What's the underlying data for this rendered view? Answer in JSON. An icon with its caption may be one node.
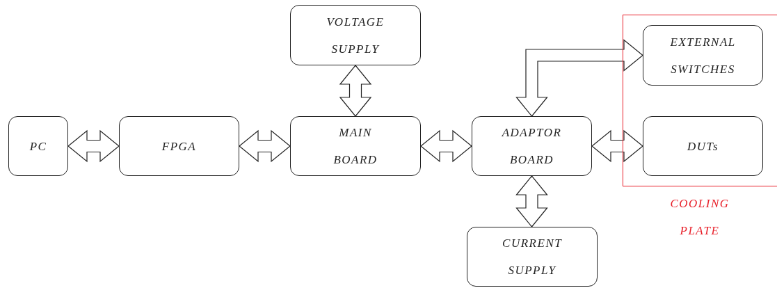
{
  "diagram": {
    "nodes": [
      {
        "text": [
          "PC"
        ]
      },
      {
        "text": [
          "FPGA"
        ]
      },
      {
        "text": [
          "VOLTAGE SUPPLY"
        ]
      },
      {
        "text": [
          "MAIN BOARD"
        ]
      },
      {
        "text": [
          "ADAPTOR BOARD"
        ]
      },
      {
        "text": [
          "COOLING PLATE"
        ]
      },
      {
        "text": [
          "EXTERNAL SWITCHES"
        ],
        "in": 5
      },
      {
        "text": [
          "DUTs"
        ],
        "in": 5
      },
      {
        "text": [
          "CURRENT SUPPLY"
        ]
      }
    ],
    "edges": [
      {
        "from": 0,
        "to": 1,
        "arrow": "both"
      },
      {
        "from": 1,
        "to": 3,
        "arrow": "both"
      },
      {
        "from": 2,
        "to": 3,
        "arrow": "both"
      },
      {
        "from": 3,
        "to": 4,
        "arrow": "both"
      },
      {
        "from": 4,
        "to": 6,
        "arrow": "both"
      },
      {
        "from": 4,
        "to": 7,
        "arrow": "both"
      },
      {
        "from": 4,
        "to": 8,
        "arrow": "both"
      }
    ]
  }
}
